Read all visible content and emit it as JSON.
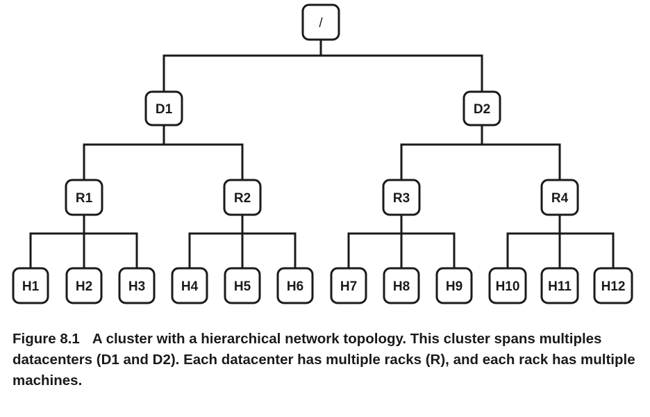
{
  "diagram": {
    "nodes": [
      {
        "id": "root",
        "label": "/",
        "parent": null
      },
      {
        "id": "D1",
        "label": "D1",
        "parent": "root"
      },
      {
        "id": "D2",
        "label": "D2",
        "parent": "root"
      },
      {
        "id": "R1",
        "label": "R1",
        "parent": "D1"
      },
      {
        "id": "R2",
        "label": "R2",
        "parent": "D1"
      },
      {
        "id": "R3",
        "label": "R3",
        "parent": "D2"
      },
      {
        "id": "R4",
        "label": "R4",
        "parent": "D2"
      },
      {
        "id": "H1",
        "label": "H1",
        "parent": "R1"
      },
      {
        "id": "H2",
        "label": "H2",
        "parent": "R1"
      },
      {
        "id": "H3",
        "label": "H3",
        "parent": "R1"
      },
      {
        "id": "H4",
        "label": "H4",
        "parent": "R2"
      },
      {
        "id": "H5",
        "label": "H5",
        "parent": "R2"
      },
      {
        "id": "H6",
        "label": "H6",
        "parent": "R2"
      },
      {
        "id": "H7",
        "label": "H7",
        "parent": "R3"
      },
      {
        "id": "H8",
        "label": "H8",
        "parent": "R3"
      },
      {
        "id": "H9",
        "label": "H9",
        "parent": "R3"
      },
      {
        "id": "H10",
        "label": "H10",
        "parent": "R4"
      },
      {
        "id": "H11",
        "label": "H11",
        "parent": "R4"
      },
      {
        "id": "H12",
        "label": "H12",
        "parent": "R4"
      }
    ]
  },
  "caption": {
    "label": "Figure 8.1",
    "text": "A cluster with a hierarchical network topology. This cluster spans multiples datacenters (D1 and D2). Each datacenter has multiple racks (R), and each rack has multiple machines."
  }
}
